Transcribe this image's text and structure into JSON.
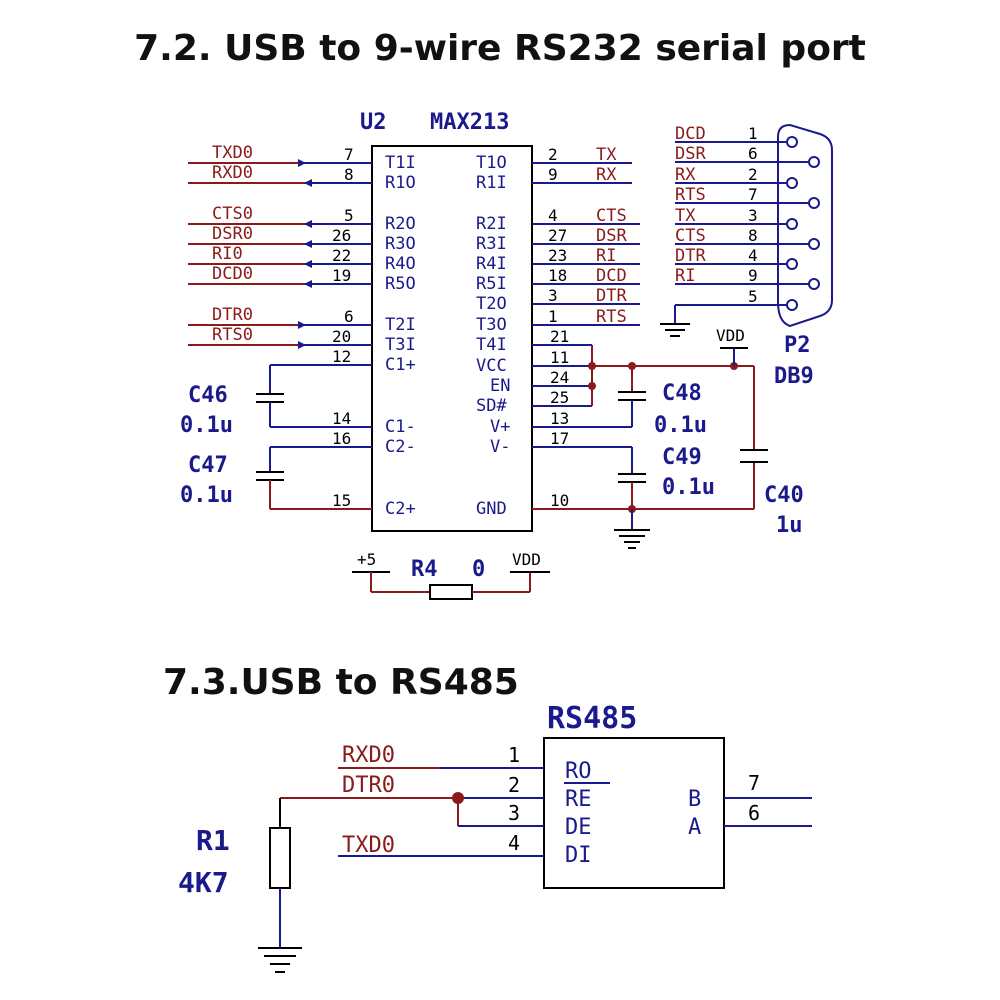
{
  "section1": {
    "title": "7.2. USB to 9-wire RS232 serial port"
  },
  "section2": {
    "title": "7.3.USB to RS485"
  },
  "u2": {
    "ref": "U2",
    "part": "MAX213",
    "left_pins": [
      {
        "net": "TXD0",
        "num": "7",
        "name": "T1I"
      },
      {
        "net": "RXD0",
        "num": "8",
        "name": "R1O"
      },
      {
        "net": "CTS0",
        "num": "5",
        "name": "R2O"
      },
      {
        "net": "DSR0",
        "num": "26",
        "name": "R3O"
      },
      {
        "net": "RI0",
        "num": "22",
        "name": "R4O"
      },
      {
        "net": "DCD0",
        "num": "19",
        "name": "R5O"
      },
      {
        "net": "DTR0",
        "num": "6",
        "name": "T2I"
      },
      {
        "net": "RTS0",
        "num": "20",
        "name": "T3I"
      },
      {
        "net": "",
        "num": "12",
        "name": "C1+"
      },
      {
        "net": "",
        "num": "14",
        "name": "C1-"
      },
      {
        "net": "",
        "num": "16",
        "name": "C2-"
      },
      {
        "net": "",
        "num": "15",
        "name": "C2+"
      }
    ],
    "right_pins": [
      {
        "name": "T1O",
        "num": "2",
        "net": "TX"
      },
      {
        "name": "R1I",
        "num": "9",
        "net": "RX"
      },
      {
        "name": "R2I",
        "num": "4",
        "net": "CTS"
      },
      {
        "name": "R3I",
        "num": "27",
        "net": "DSR"
      },
      {
        "name": "R4I",
        "num": "23",
        "net": "RI"
      },
      {
        "name": "R5I",
        "num": "18",
        "net": "DCD"
      },
      {
        "name": "T2O",
        "num": "3",
        "net": "DTR"
      },
      {
        "name": "T3O",
        "num": "1",
        "net": "RTS"
      },
      {
        "name": "T4I",
        "num": "21",
        "net": ""
      },
      {
        "name": "VCC",
        "num": "11",
        "net": ""
      },
      {
        "name": "EN",
        "num": "24",
        "net": ""
      },
      {
        "name": "SD#",
        "num": "25",
        "net": ""
      },
      {
        "name": "V+",
        "num": "13",
        "net": ""
      },
      {
        "name": "V-",
        "num": "17",
        "net": ""
      },
      {
        "name": "GND",
        "num": "10",
        "net": ""
      }
    ]
  },
  "p2": {
    "ref": "P2",
    "type": "DB9",
    "pins": [
      {
        "net": "DCD",
        "num": "1"
      },
      {
        "net": "DSR",
        "num": "6"
      },
      {
        "net": "RX",
        "num": "2"
      },
      {
        "net": "RTS",
        "num": "7"
      },
      {
        "net": "TX",
        "num": "3"
      },
      {
        "net": "CTS",
        "num": "8"
      },
      {
        "net": "DTR",
        "num": "4"
      },
      {
        "net": "RI",
        "num": "9"
      },
      {
        "net": "",
        "num": "5"
      }
    ]
  },
  "caps": {
    "c46": {
      "ref": "C46",
      "value": "0.1u"
    },
    "c47": {
      "ref": "C47",
      "value": "0.1u"
    },
    "c48": {
      "ref": "C48",
      "value": "0.1u"
    },
    "c49": {
      "ref": "C49",
      "value": "0.1u"
    },
    "c40": {
      "ref": "C40",
      "value": "1u"
    }
  },
  "vdd_label": "VDD",
  "r4": {
    "ref": "R4",
    "value": "0",
    "left": "+5",
    "right": "VDD"
  },
  "rs485": {
    "ref": "RS485",
    "left_pins": [
      {
        "net": "RXD0",
        "num": "1",
        "name": "RO"
      },
      {
        "net": "DTR0",
        "num": "2",
        "name": "RE"
      },
      {
        "net": "",
        "num": "3",
        "name": "DE"
      },
      {
        "net": "TXD0",
        "num": "4",
        "name": "DI"
      }
    ],
    "right_pins": [
      {
        "name": "B",
        "num": "7"
      },
      {
        "name": "A",
        "num": "6"
      }
    ]
  },
  "r1": {
    "ref": "R1",
    "value": "4K7"
  },
  "colors": {
    "wire": "#1a1a8c",
    "net": "#8b1a1a",
    "text": "#111111"
  }
}
